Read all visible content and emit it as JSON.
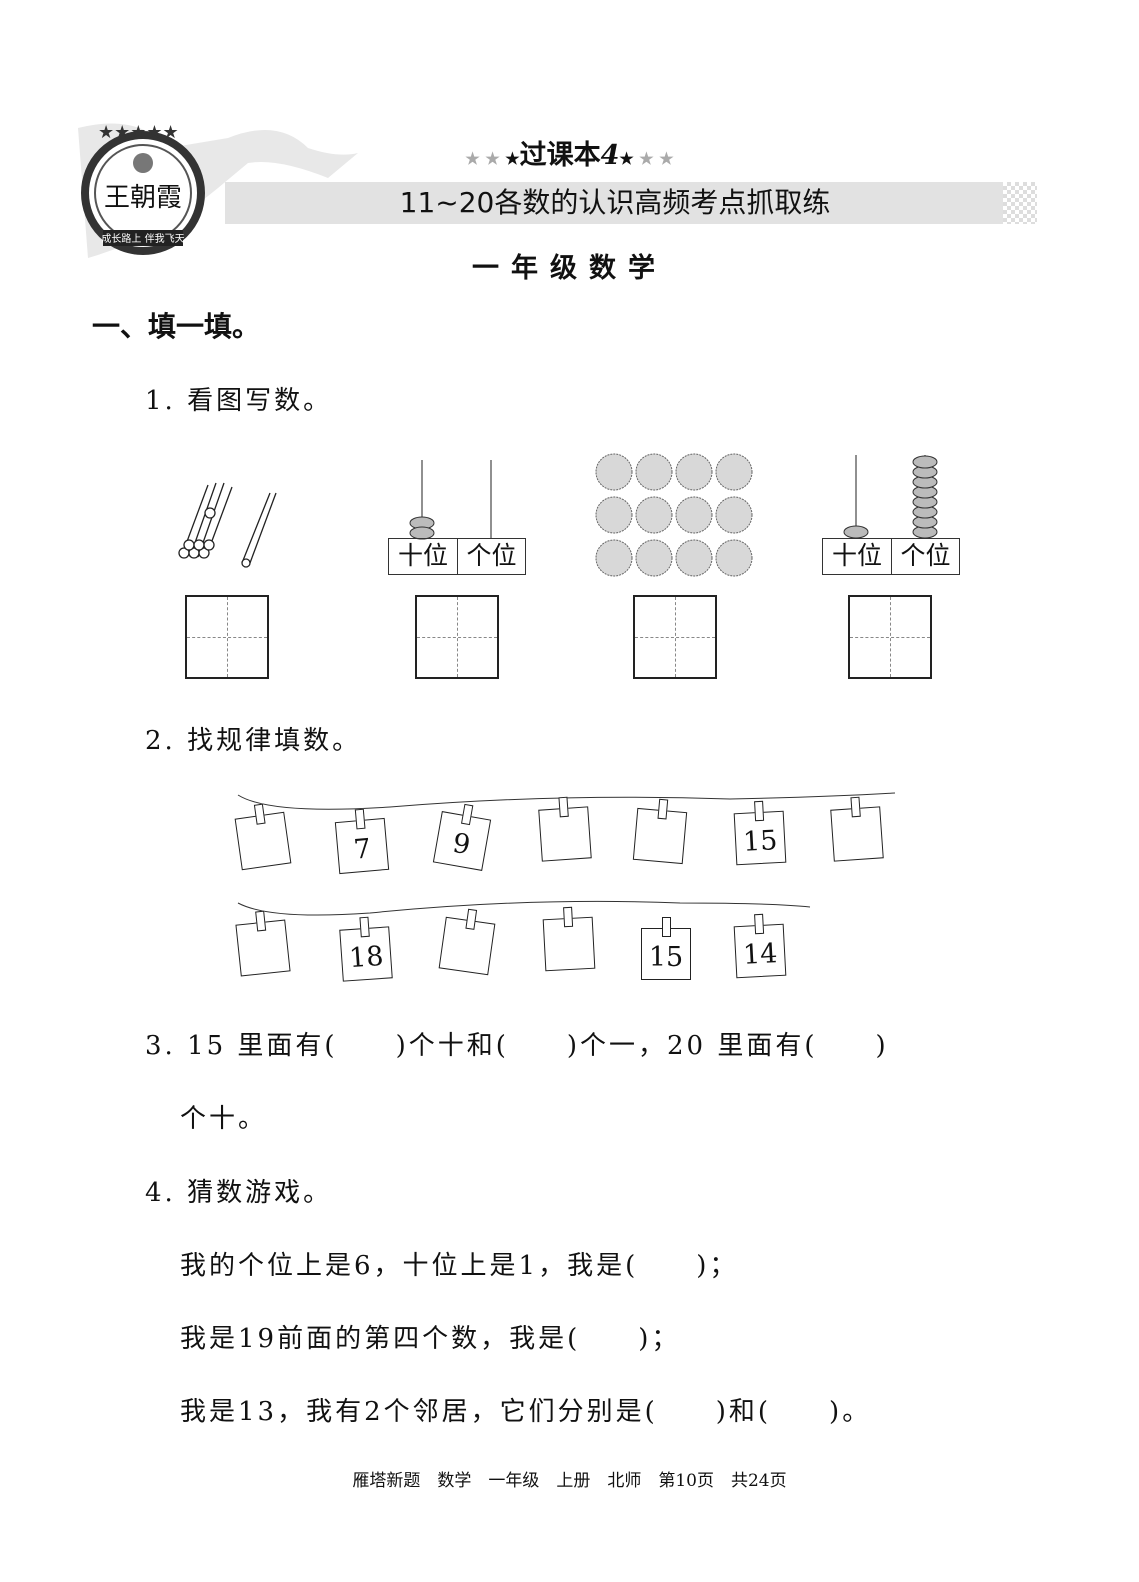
{
  "header": {
    "logo_text": "王朝霞",
    "logo_slogan": "成长路上 伴我飞天",
    "series_label": "过课本",
    "series_number": "4",
    "title": "11~20各数的认识高频考点抓取练",
    "grade": "一年级数学"
  },
  "section1": {
    "heading": "一、填一填。"
  },
  "q1": {
    "text": "1. 看图写数。",
    "place_tens": "十位",
    "place_ones": "个位",
    "abacus1": {
      "tens": 2,
      "ones": 0
    },
    "abacus2": {
      "tens": 1,
      "ones": 8
    },
    "sticks": {
      "bundles": 1,
      "singles": 1
    },
    "coins": 12
  },
  "q2": {
    "text": "2. 找规律填数。",
    "row1": [
      "",
      "7",
      "9",
      "",
      "",
      "15",
      ""
    ],
    "row2": [
      "",
      "18",
      "",
      "",
      "15",
      "14"
    ]
  },
  "q3": {
    "line1": "3. 15 里面有(　　)个十和(　　)个一，20 里面有(　　)",
    "line2": "个十。"
  },
  "q4": {
    "text": "4. 猜数游戏。",
    "lines": [
      "我的个位上是6，十位上是1，我是(　　)；",
      "我是19前面的第四个数，我是(　　)；",
      "我是13，我有2个邻居，它们分别是(　　)和(　　)。"
    ]
  },
  "footer": "雁塔新题　数学　一年级　上册　北师　第10页　共24页"
}
